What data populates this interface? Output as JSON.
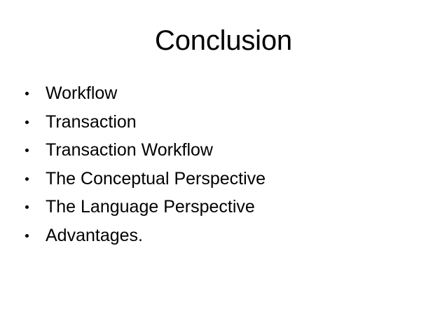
{
  "slide": {
    "title": "Conclusion",
    "background_color": "#ffffff",
    "text_color": "#000000",
    "bullet_marker": "round-dot",
    "bullets": [
      {
        "label": "Workflow"
      },
      {
        "label": "Transaction"
      },
      {
        "label": "Transaction Workflow"
      },
      {
        "label": "The Conceptual Perspective"
      },
      {
        "label": "The Language Perspective"
      },
      {
        "label": "Advantages."
      }
    ]
  }
}
